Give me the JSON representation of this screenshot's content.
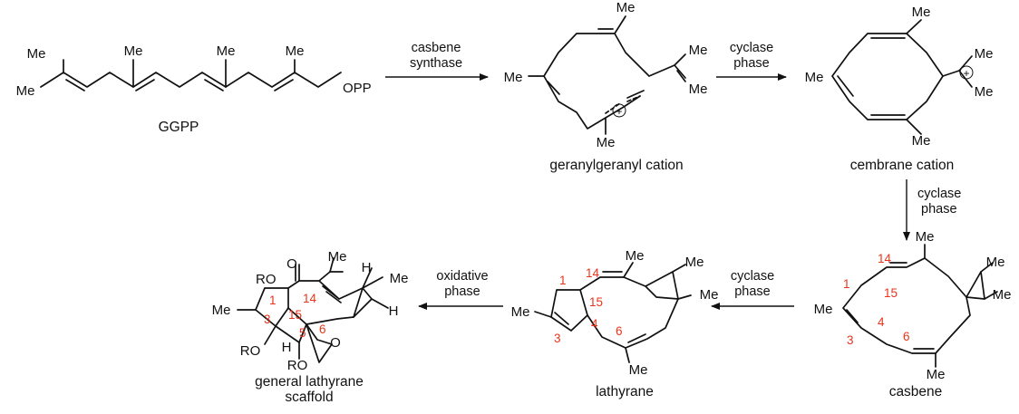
{
  "colors": {
    "ink": "#111111",
    "numbering": "#e8341c"
  },
  "molecules": {
    "ggpp": {
      "name": "GGPP",
      "leaving_group": "OPP",
      "methyl": "Me"
    },
    "geranylgeranyl_cation": {
      "name": "geranylgeranyl cation",
      "methyl": "Me",
      "charge": "+"
    },
    "cembrane_cation": {
      "name": "cembrane cation",
      "methyl": "Me",
      "charge": "+"
    },
    "casbene": {
      "name": "casbene",
      "methyl": "Me",
      "numbers": [
        "14",
        "1",
        "15",
        "4",
        "3",
        "6"
      ]
    },
    "lathyrane": {
      "name": "lathyrane",
      "methyl": "Me",
      "numbers": [
        "1",
        "14",
        "15",
        "4",
        "3",
        "6"
      ]
    },
    "lathyrane_scaffold": {
      "name_line1": "general lathyrane",
      "name_line2": "scaffold",
      "ketone": "O",
      "alkoxy": "RO",
      "hydrogen": "H",
      "methyl": "Me",
      "epoxide_o": "O",
      "numbers": [
        "1",
        "14",
        "15",
        "3",
        "5",
        "6"
      ]
    }
  },
  "steps": [
    {
      "line1": "casbene",
      "line2": "synthase"
    },
    {
      "line1": "cyclase",
      "line2": "phase"
    },
    {
      "line1": "cyclase",
      "line2": "phase"
    },
    {
      "line1": "cyclase",
      "line2": "phase"
    },
    {
      "line1": "oxidative",
      "line2": "phase"
    }
  ]
}
